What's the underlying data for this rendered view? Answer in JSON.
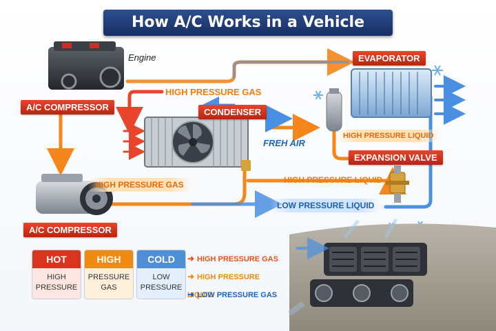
{
  "title": "How A/C Works in a Vehicle",
  "labels": {
    "engine": "Engine",
    "compressor_top": "A/C COMPRESSOR",
    "compressor_bottom": "A/C COMPRESSOR",
    "condenser": "CONDENSER",
    "evaporator": "EVAPORATOR",
    "expansion_valve": "EXPANSION VALVE",
    "fresh_air": "FREH AIR"
  },
  "flow_labels": {
    "hp_gas_top": "HIGH PRESSURE GAS",
    "hp_gas_mid": "HIGH PRESSURE GAS",
    "hp_liquid_right": "HIGH PRESSURE LIQUID",
    "hp_liquid_mid": "HIGH PRESSURE LIQUID",
    "lp_liquid": "LOW PRESSURE LIQUID"
  },
  "legend": {
    "boxes": [
      {
        "head": "HOT",
        "line1": "HIGH",
        "line2": "PRESSURE",
        "color": "#d9341e",
        "bg": "#fde6e1"
      },
      {
        "head": "HIGH",
        "line1": "PRESSURE",
        "line2": "GAS",
        "color": "#f08a12",
        "bg": "#fff0dc"
      },
      {
        "head": "COLD",
        "line1": "LOW",
        "line2": "PRESSURE",
        "color": "#4f8fd8",
        "bg": "#e3effc"
      }
    ],
    "items": [
      {
        "label": "HIGH PRESSURE GAS",
        "color": "#e5531a"
      },
      {
        "label": "HIGH PRESSURE LIQUID",
        "color": "#f08a12"
      },
      {
        "label": "LOW PRESSURE GAS",
        "color": "#1f63b8"
      }
    ]
  },
  "colors": {
    "hot": "#e8452c",
    "high": "#f5861b",
    "cold": "#4a90e2",
    "banner": "#1f3a73"
  },
  "icons": [
    "engine-icon",
    "compressor-icon",
    "condenser-icon",
    "fan-icon",
    "receiver-drier-icon",
    "evaporator-icon",
    "expansion-valve-icon",
    "snowflake-icon",
    "dashboard-vent-icon"
  ]
}
